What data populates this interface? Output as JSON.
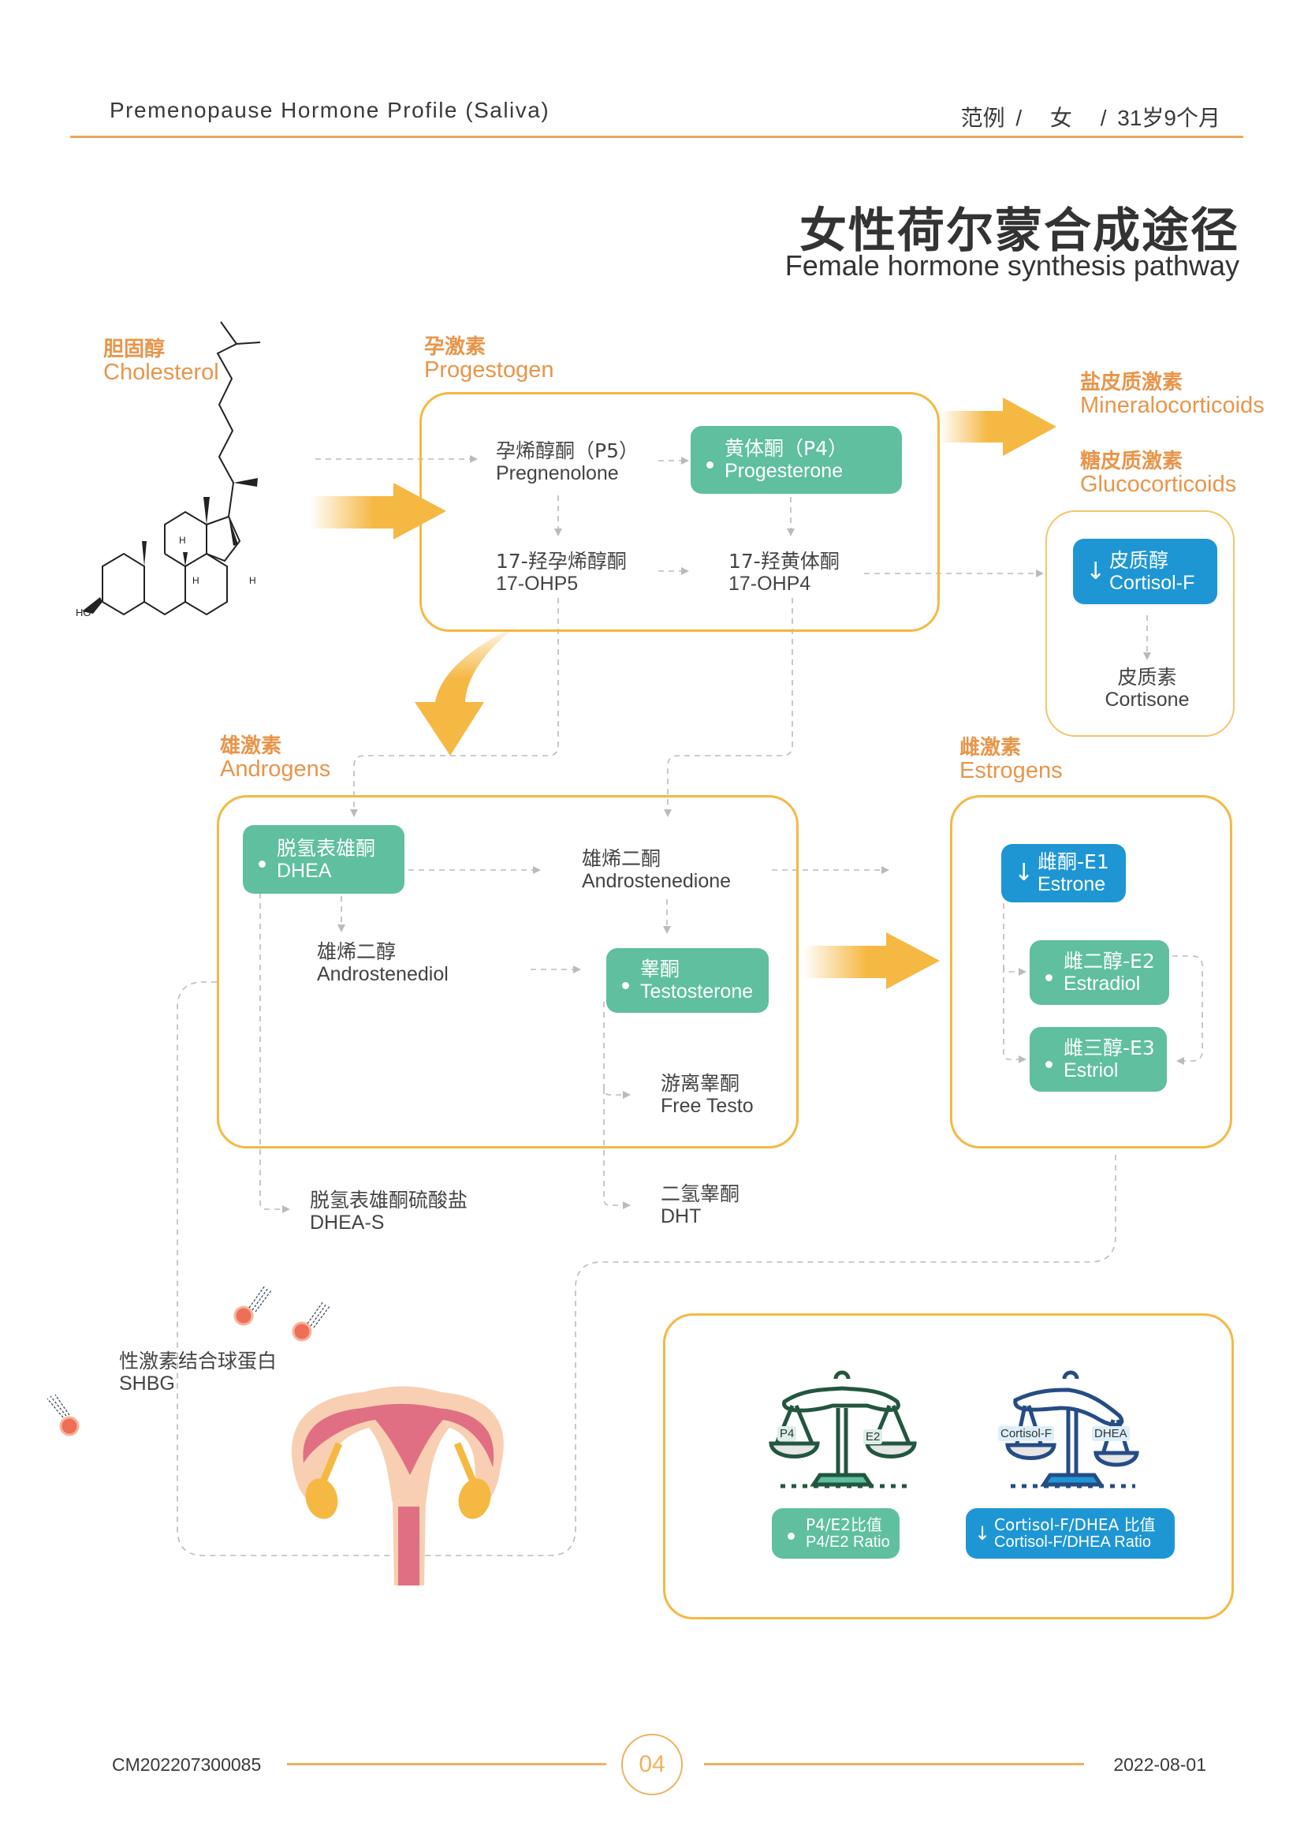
{
  "header": {
    "report_title": "Premenopause Hormone Profile (Saliva)",
    "patient_name": "范例 /",
    "sex": "女",
    "age": "/ 31岁9个月"
  },
  "page": {
    "title_cn": "女性荷尔蒙合成途径",
    "title_en": "Female hormone synthesis pathway"
  },
  "colors": {
    "accent_orange": "#F5B843",
    "label_orange": "#E8954A",
    "normal_green": "#5FBF9F",
    "low_blue": "#1E96D4",
    "connector_gray": "#BBBBBB"
  },
  "legend_markers": {
    "normal": "•",
    "low": "↓"
  },
  "categories": {
    "cholesterol": {
      "cn": "胆固醇",
      "en": "Cholesterol"
    },
    "progestogen": {
      "cn": "孕激素",
      "en": "Progestogen"
    },
    "mineralocorticoids": {
      "cn": "盐皮质激素",
      "en": "Mineralocorticoids"
    },
    "glucocorticoids": {
      "cn": "糖皮质激素",
      "en": "Glucocorticoids"
    },
    "androgens": {
      "cn": "雄激素",
      "en": "Androgens"
    },
    "estrogens": {
      "cn": "雌激素",
      "en": "Estrogens"
    }
  },
  "molecule": {
    "ho_label": "HO",
    "h_label": "H"
  },
  "nodes": {
    "pregnenolone": {
      "cn": "孕烯醇酮（P5）",
      "en": "Pregnenolone",
      "status": "none"
    },
    "progesterone": {
      "cn": "黄体酮（P4）",
      "en": "Progesterone",
      "status": "normal"
    },
    "ohp5": {
      "cn": "17-羟孕烯醇酮",
      "en": "17-OHP5",
      "status": "none"
    },
    "ohp4": {
      "cn": "17-羟黄体酮",
      "en": "17-OHP4",
      "status": "none"
    },
    "cortisol": {
      "cn": "皮质醇",
      "en": "Cortisol-F",
      "status": "low"
    },
    "cortisone": {
      "cn": "皮质素",
      "en": "Cortisone",
      "status": "none"
    },
    "dhea": {
      "cn": "脱氢表雄酮",
      "en": "DHEA",
      "status": "normal"
    },
    "androstenedione": {
      "cn": "雄烯二酮",
      "en": "Androstenedione",
      "status": "none"
    },
    "androstenediol": {
      "cn": "雄烯二醇",
      "en": "Androstenediol",
      "status": "none"
    },
    "testosterone": {
      "cn": "睾酮",
      "en": "Testosterone",
      "status": "normal"
    },
    "free_testo": {
      "cn": "游离睾酮",
      "en": "Free Testo",
      "status": "none"
    },
    "dhea_s": {
      "cn": "脱氢表雄酮硫酸盐",
      "en": "DHEA-S",
      "status": "none"
    },
    "dht": {
      "cn": "二氢睾酮",
      "en": "DHT",
      "status": "none"
    },
    "estrone": {
      "cn": "雌酮-E1",
      "en": "Estrone",
      "status": "low"
    },
    "estradiol": {
      "cn": "雌二醇-E2",
      "en": "Estradiol",
      "status": "normal"
    },
    "estriol": {
      "cn": "雌三醇-E3",
      "en": "Estriol",
      "status": "normal"
    },
    "shbg": {
      "cn": "性激素结合球蛋白",
      "en": "SHBG",
      "status": "none"
    }
  },
  "ratios": {
    "p4_e2": {
      "cn": "P4/E2比值",
      "en": "P4/E2 Ratio",
      "status": "normal",
      "left_tag": "P4",
      "right_tag": "E2"
    },
    "cortisol_dhea": {
      "cn": "Cortisol-F/DHEA 比值",
      "en": "Cortisol-F/DHEA Ratio",
      "status": "low",
      "left_tag": "Cortisol-F",
      "right_tag": "DHEA"
    }
  },
  "footer": {
    "report_id": "CM202207300085",
    "page_number": "04",
    "date": "2022-08-01"
  }
}
